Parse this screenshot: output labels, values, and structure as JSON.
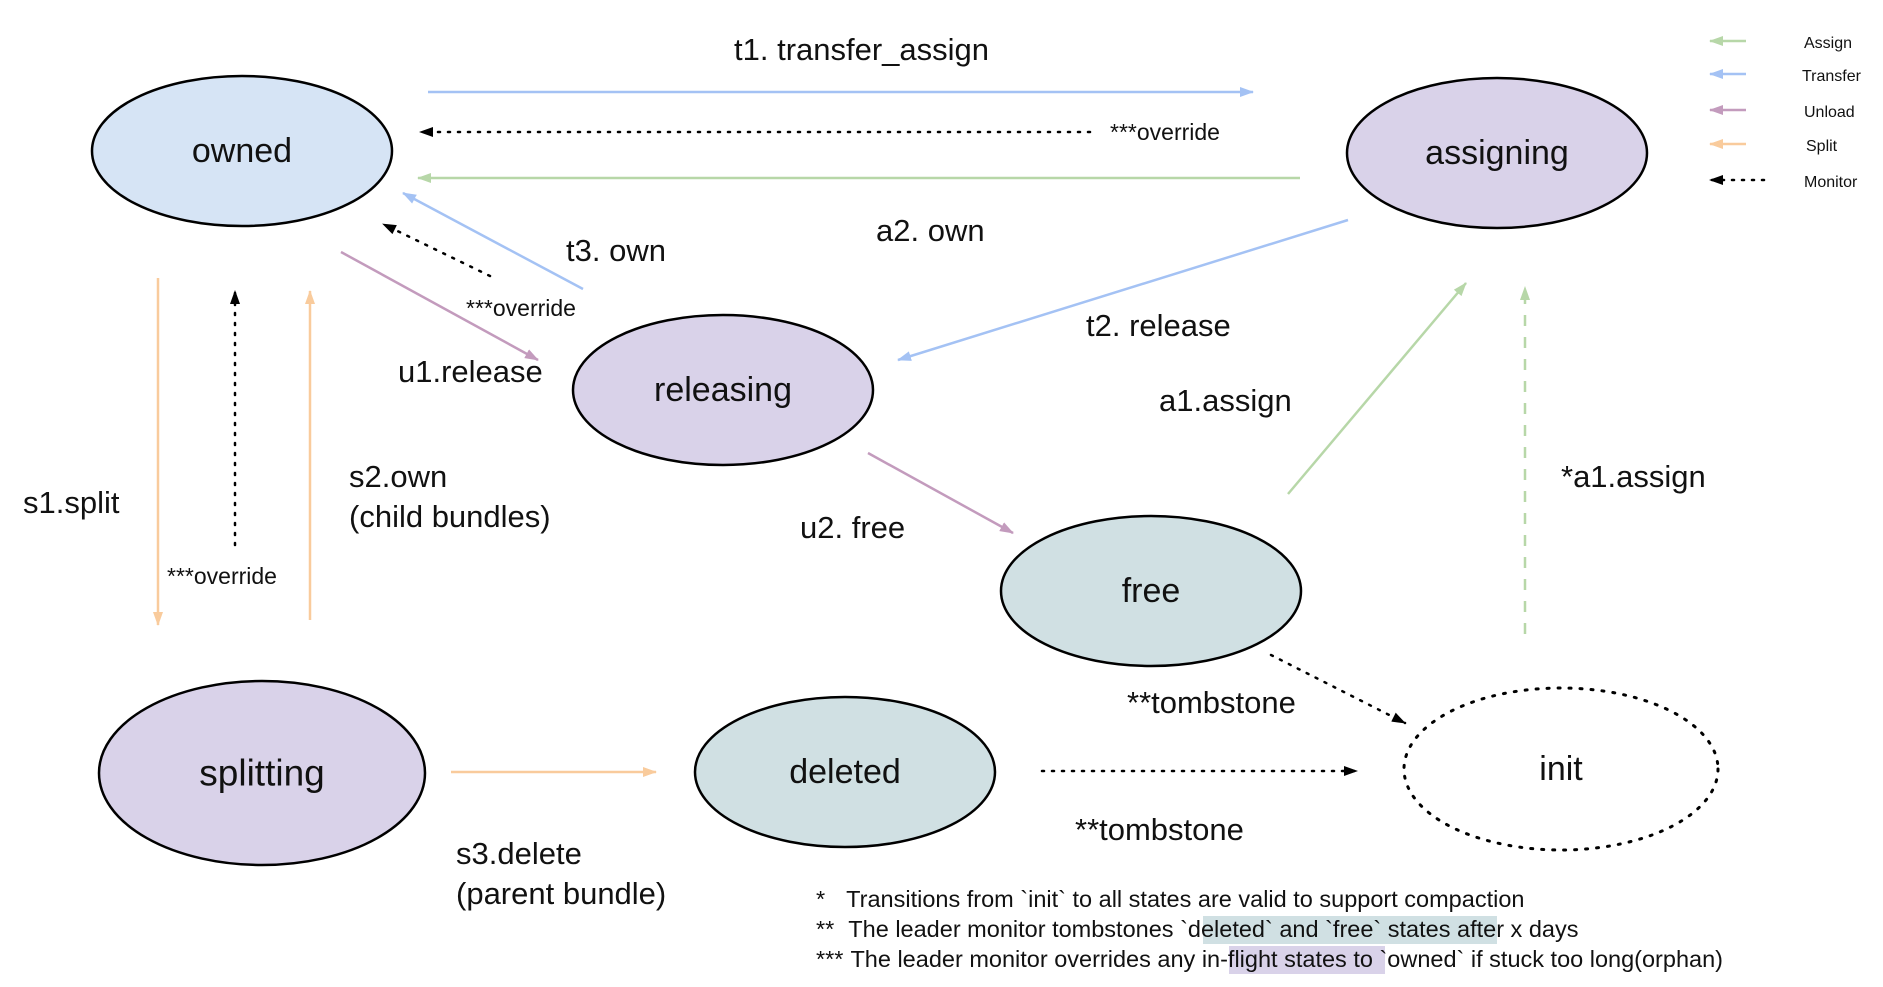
{
  "colors": {
    "assign": "#b7d7a8",
    "transfer": "#a4c2f4",
    "unload": "#c39bbd",
    "split": "#f9cb9c",
    "monitor": "#000000",
    "owned_fill": "#d6e4f5",
    "inflight_fill": "#d9d2e9",
    "terminal_fill": "#d0e0e3"
  },
  "states": {
    "owned": "owned",
    "assigning": "assigning",
    "releasing": "releasing",
    "free": "free",
    "splitting": "splitting",
    "deleted": "deleted",
    "init": "init"
  },
  "edges": {
    "t1": "t1. transfer_assign",
    "t2": "t2. release",
    "t3": "t3. own",
    "a1": "a1.assign",
    "a1_init": "*a1.assign",
    "a2": "a2. own",
    "u1": "u1.release",
    "u2": "u2. free",
    "s1": "s1.split",
    "s2_line1": "s2.own",
    "s2_line2": "(child bundles)",
    "s3_line1": "s3.delete",
    "s3_line2": "(parent bundle)",
    "override_prefix": "***",
    "override_word": "override",
    "tombstone": "**tombstone"
  },
  "legend": [
    {
      "label": "Assign",
      "color_key": "assign",
      "style": "solid"
    },
    {
      "label": "Transfer",
      "color_key": "transfer",
      "style": "solid"
    },
    {
      "label": "Unload",
      "color_key": "unload",
      "style": "solid"
    },
    {
      "label": "Split",
      "color_key": "split",
      "style": "solid"
    },
    {
      "label": "Monitor",
      "color_key": "monitor",
      "style": "dotted"
    }
  ],
  "notes": {
    "n1_prefix": "*",
    "n1_text": "Transitions from `init` to all states are valid to support compaction",
    "n2_prefix": "**",
    "n2_before": "The leader monitor tombstones ",
    "n2_highlight": "`deleted` and `free` states",
    "n2_after": " after x days",
    "n3_prefix": "***",
    "n3_before": "The leader monitor overrides any ",
    "n3_highlight": "in-flight states",
    "n3_after": " to `owned` if stuck too long(orphan)"
  }
}
